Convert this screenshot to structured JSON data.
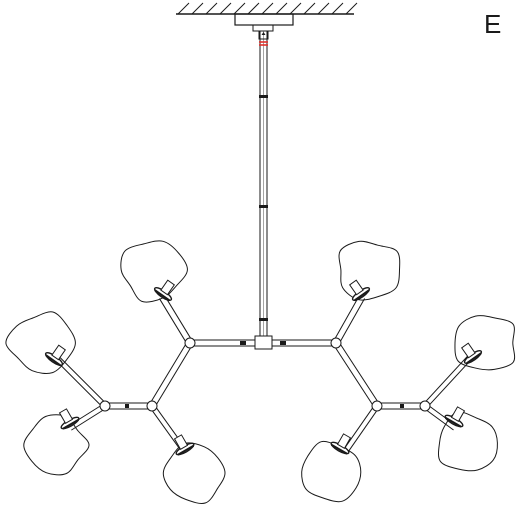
{
  "figure": {
    "label": "E",
    "colors": {
      "line": "#1a1a1a",
      "marker": "#e0302a",
      "background": "#ffffff"
    },
    "components": {
      "ceiling": "ceiling-mount",
      "rod": "down-rod",
      "arms": "branch-arms",
      "shades": "glass-globe-shades",
      "shade_count": 8
    }
  }
}
